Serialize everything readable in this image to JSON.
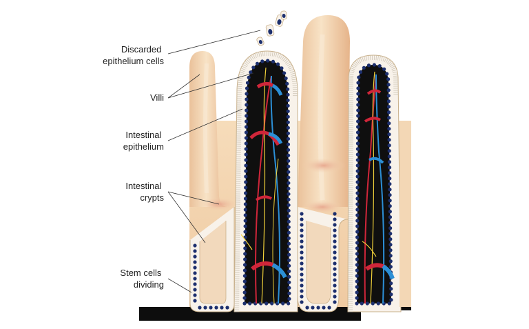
{
  "labels": {
    "discarded": [
      "Discarded",
      "epithelium cells"
    ],
    "villi": [
      "Villi"
    ],
    "epithelium": [
      "Intestinal",
      "epithelium"
    ],
    "crypts": [
      "Intestinal",
      "crypts"
    ],
    "stem": [
      "Stem cells",
      "dividing"
    ]
  },
  "colors": {
    "tissue": "#f6dbb8",
    "tissue_dark": "#e9b98f",
    "lumen": "#111111",
    "nucleus": "#1c2f6e",
    "cell_membrane": "#f8f2ea",
    "artery": "#d0263a",
    "vein": "#2c8fd6",
    "nerve": "#f2d23a"
  }
}
